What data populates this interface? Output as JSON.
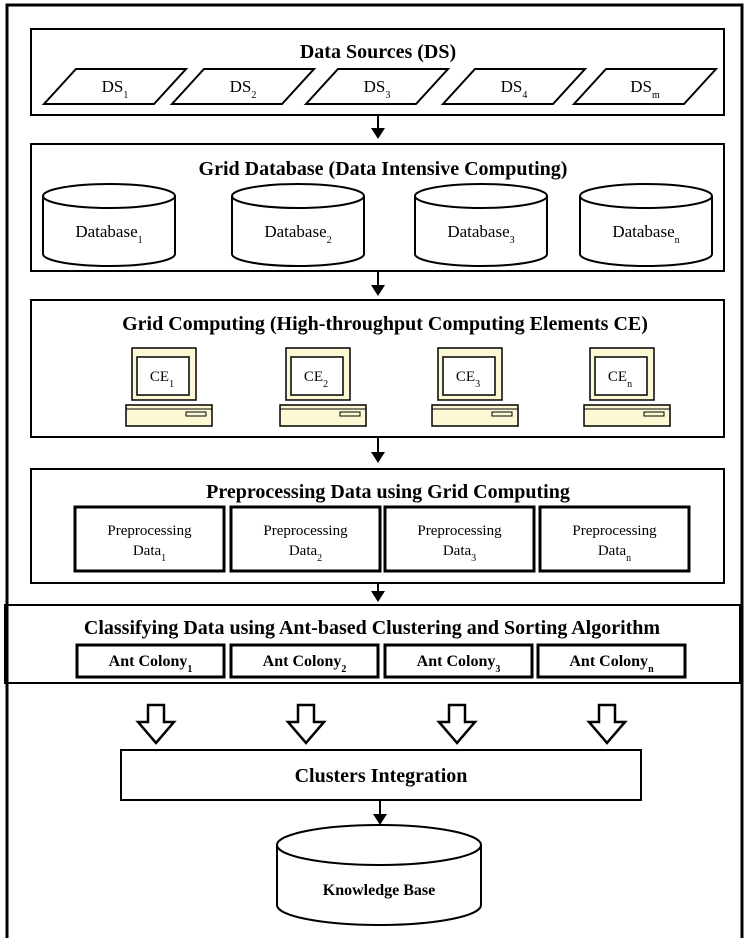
{
  "sections": {
    "data_sources": {
      "title": "Data Sources (DS)",
      "items": [
        {
          "base": "DS",
          "sub": "1"
        },
        {
          "base": "DS",
          "sub": "2"
        },
        {
          "base": "DS",
          "sub": "3"
        },
        {
          "base": "DS",
          "sub": "4"
        },
        {
          "base": "DS",
          "sub": "m"
        }
      ]
    },
    "grid_database": {
      "title": "Grid Database (Data Intensive Computing)",
      "items": [
        {
          "base": "Database",
          "sub": "1"
        },
        {
          "base": "Database",
          "sub": "2"
        },
        {
          "base": "Database",
          "sub": "3"
        },
        {
          "base": "Database",
          "sub": "n"
        }
      ]
    },
    "grid_computing": {
      "title": "Grid Computing (High-throughput Computing Elements CE)",
      "items": [
        {
          "base": "CE",
          "sub": "1"
        },
        {
          "base": "CE",
          "sub": "2"
        },
        {
          "base": "CE",
          "sub": "3"
        },
        {
          "base": "CE",
          "sub": "n"
        }
      ]
    },
    "preprocessing": {
      "title": "Preprocessing Data using Grid Computing",
      "items": [
        {
          "line1": "Preprocessing",
          "base": "Data",
          "sub": "1"
        },
        {
          "line1": "Preprocessing",
          "base": "Data",
          "sub": "2"
        },
        {
          "line1": "Preprocessing",
          "base": "Data",
          "sub": "3"
        },
        {
          "line1": "Preprocessing",
          "base": "Data",
          "sub": "n"
        }
      ]
    },
    "classifying": {
      "title": "Classifying Data using Ant-based Clustering and Sorting Algorithm",
      "items": [
        {
          "base": "Ant Colony",
          "sub": "1"
        },
        {
          "base": "Ant Colony",
          "sub": "2"
        },
        {
          "base": "Ant Colony",
          "sub": "3"
        },
        {
          "base": "Ant Colony",
          "sub": "n"
        }
      ]
    }
  },
  "clusters_integration": "Clusters Integration",
  "knowledge_base": "Knowledge Base",
  "colors": {
    "line": "#000000",
    "monitor": "#fdf8d4"
  }
}
